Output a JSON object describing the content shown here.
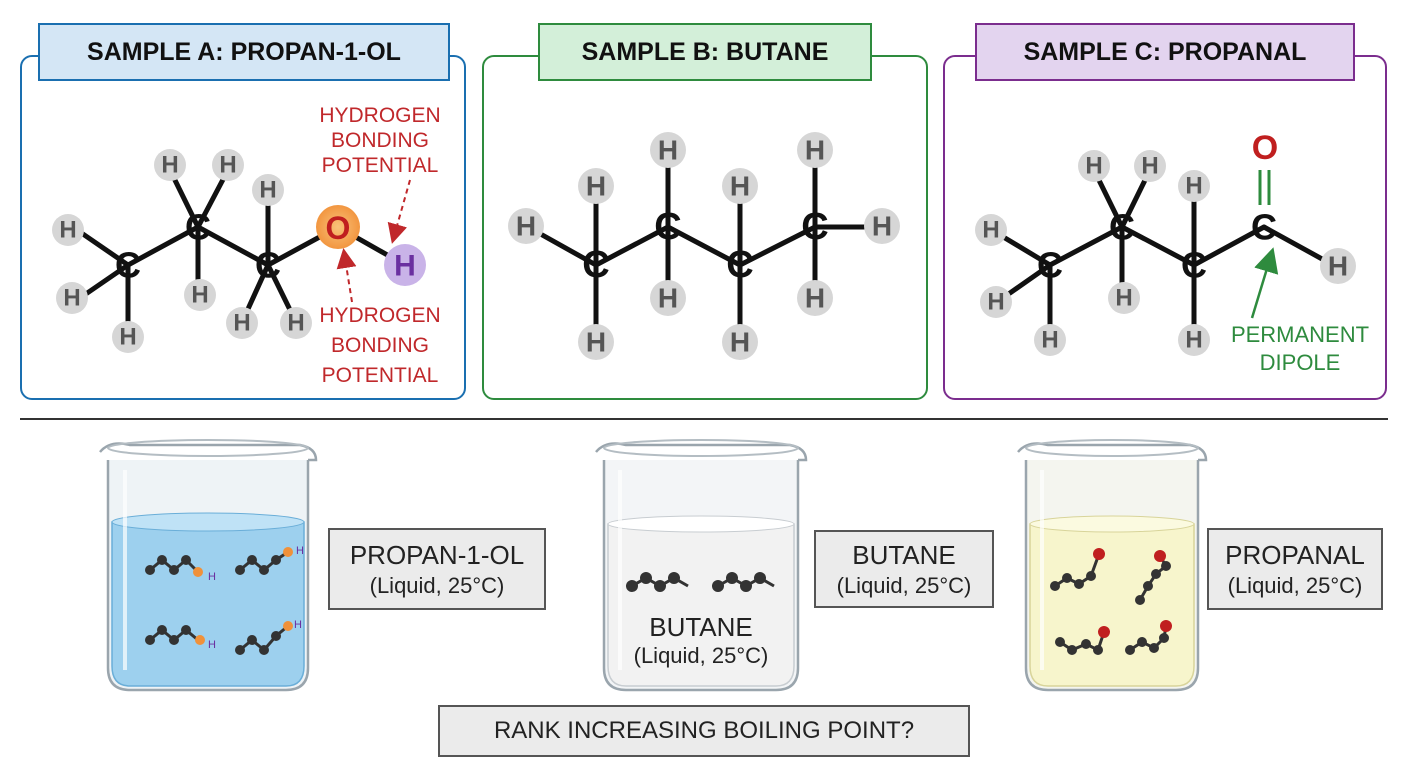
{
  "panels": {
    "a": {
      "title": "SAMPLE A: PROPAN-1-OL",
      "color": "#1a6fb0",
      "fill": "#d4e6f5",
      "annotation_top": [
        "HYDROGEN",
        "BONDING",
        "POTENTIAL"
      ],
      "annotation_bottom": [
        "HYDROGEN",
        "BONDING",
        "POTENTIAL"
      ]
    },
    "b": {
      "title": "SAMPLE B: BUTANE",
      "color": "#2e8b3e",
      "fill": "#d3efd9"
    },
    "c": {
      "title": "SAMPLE C: PROPANAL",
      "color": "#7b2d8e",
      "fill": "#e3d4ef",
      "annotation": [
        "PERMANENT",
        "DIPOLE"
      ]
    }
  },
  "atoms": {
    "carbon": "C",
    "hydrogen": "H",
    "oxygen": "O"
  },
  "colors": {
    "annotation_red": "#c0282b",
    "annotation_green": "#2e8b3e",
    "oxygen_red": "#c01f1f",
    "oxygen_glow": "#f5a04a",
    "hydrogen_purple": "#7a3fb0",
    "h_circle": "#d6d6d6"
  },
  "beakers": {
    "a": {
      "label_line1": "PROPAN-1-OL",
      "label_line2": "(Liquid, 25°C)",
      "liquid_color": "#9dd0ee"
    },
    "b": {
      "label_line1": "BUTANE",
      "label_line2": "(Liquid, 25°C)",
      "inside_line1": "BUTANE",
      "inside_line2": "(Liquid, 25°C)",
      "liquid_color": "#f2f2f2"
    },
    "c": {
      "label_line1": "PROPANAL",
      "label_line2": "(Liquid, 25°C)",
      "liquid_color": "#f7f5cc"
    }
  },
  "mini_molecule_h": "H",
  "question": "RANK INCREASING BOILING POINT?"
}
